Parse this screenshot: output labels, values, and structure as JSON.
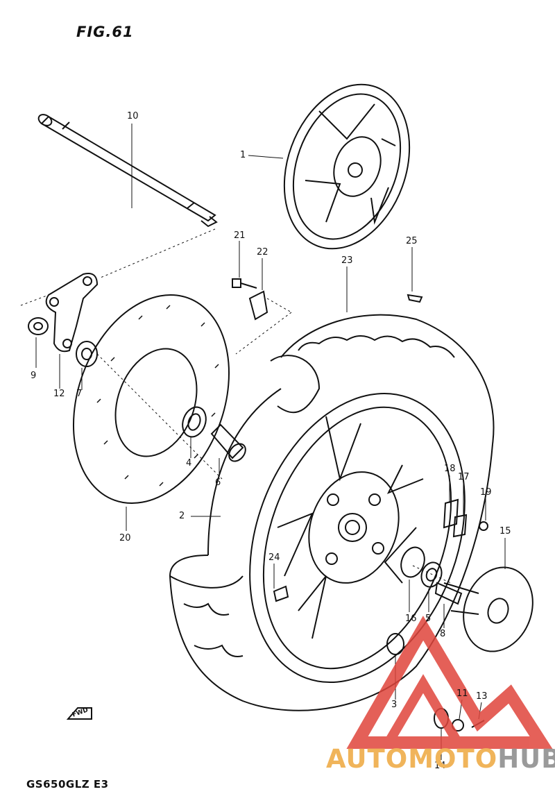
{
  "figure": {
    "title": "FIG.61",
    "model": "GS650GLZ E3",
    "fwd_label": "FWD"
  },
  "callouts": [
    {
      "id": "c1",
      "label": "1"
    },
    {
      "id": "c2",
      "label": "2"
    },
    {
      "id": "c3",
      "label": "3"
    },
    {
      "id": "c4",
      "label": "4"
    },
    {
      "id": "c5",
      "label": "5"
    },
    {
      "id": "c6",
      "label": "6"
    },
    {
      "id": "c7",
      "label": "7"
    },
    {
      "id": "c8",
      "label": "8"
    },
    {
      "id": "c9",
      "label": "9"
    },
    {
      "id": "c10",
      "label": "10"
    },
    {
      "id": "c11",
      "label": "11"
    },
    {
      "id": "c12",
      "label": "12"
    },
    {
      "id": "c13",
      "label": "13"
    },
    {
      "id": "c14",
      "label": "14"
    },
    {
      "id": "c15",
      "label": "15"
    },
    {
      "id": "c16",
      "label": "16"
    },
    {
      "id": "c17",
      "label": "17"
    },
    {
      "id": "c18",
      "label": "18"
    },
    {
      "id": "c19",
      "label": "19"
    },
    {
      "id": "c20",
      "label": "20"
    },
    {
      "id": "c21",
      "label": "21"
    },
    {
      "id": "c22",
      "label": "22"
    },
    {
      "id": "c23",
      "label": "23"
    },
    {
      "id": "c24",
      "label": "24"
    },
    {
      "id": "c25",
      "label": "25"
    }
  ],
  "watermark": {
    "text_part1": "AUTOMOTO",
    "text_part2": "HUB",
    "color_red": "#e0453c",
    "color_orange": "#f0b45a",
    "color_gray": "#9a9a9a"
  }
}
